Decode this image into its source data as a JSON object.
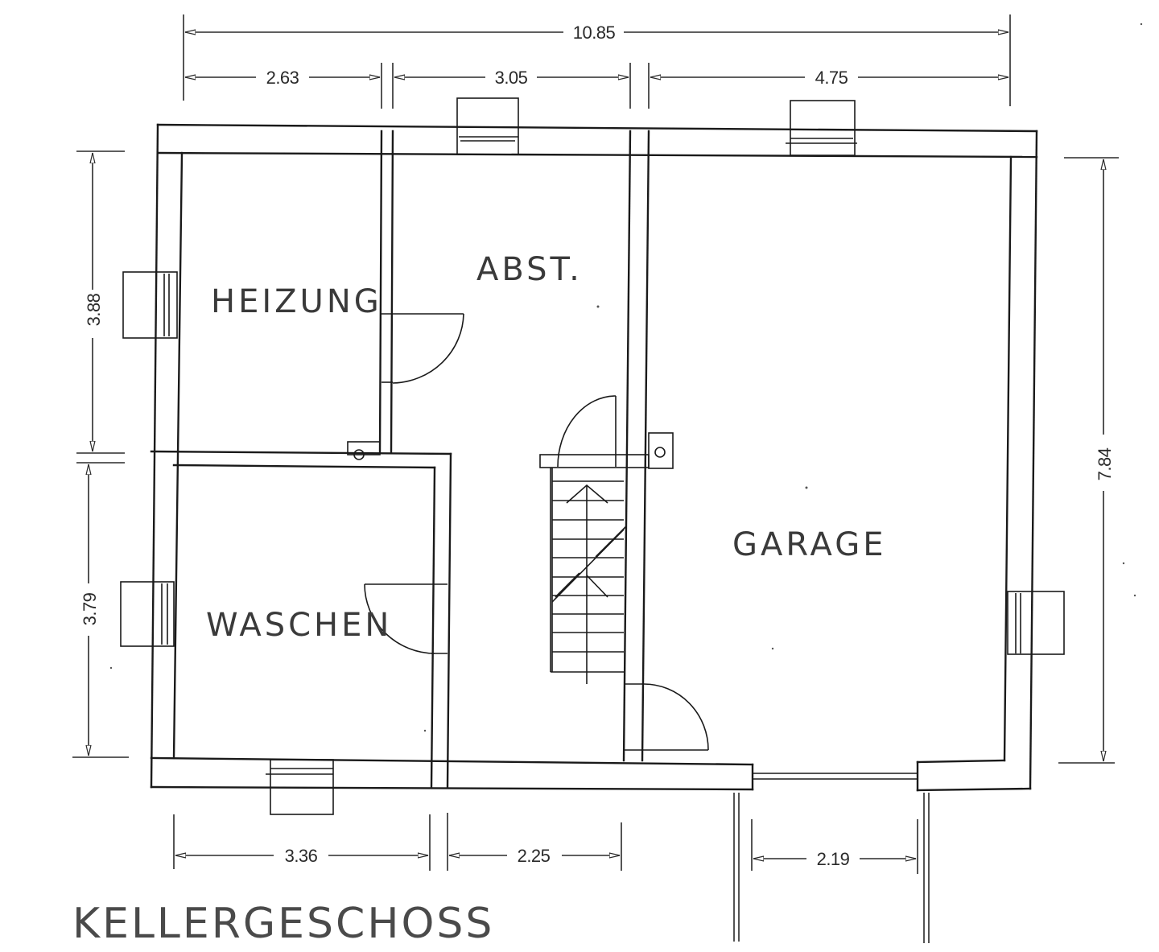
{
  "drawing": {
    "title": "KELLERGESCHOSS",
    "rooms": {
      "heizung": "HEIZUNG",
      "abst": "ABST.",
      "waschen": "WASCHEN",
      "garage": "GARAGE"
    },
    "dimensions": {
      "top_total": "10.85",
      "top_segments": [
        "2.63",
        "3.05",
        "4.75"
      ],
      "left_segments": [
        "3.88",
        "3.79"
      ],
      "right_total": "7.84",
      "bottom_segments": [
        "3.36",
        "2.25",
        "2.19"
      ]
    },
    "colors": {
      "line": "#1a1a1a",
      "paper": "#ffffff",
      "handwriting": "#3a3a3a"
    }
  }
}
